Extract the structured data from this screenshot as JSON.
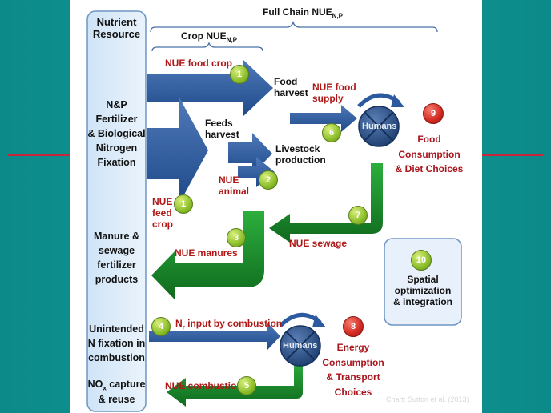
{
  "header": {
    "full_chain_base": "Full Chain NUE",
    "full_chain_sub": "N,P",
    "crop_base": "Crop NUE",
    "crop_sub": "N,P"
  },
  "left_panel": {
    "title_line1": "Nutrient",
    "title_line2": "Resource",
    "fert": [
      "N&P",
      "Fertilizer",
      "& Biological",
      "Nitrogen",
      "Fixation"
    ],
    "manure": [
      "Manure &",
      "sewage",
      "fertilizer",
      "products"
    ],
    "unintended": [
      "Unintended",
      "N fixation in",
      "combustion"
    ],
    "nox_base": "NO",
    "nox_sub": "x",
    "nox_rest": " capture",
    "reuse": "& reuse"
  },
  "labels": {
    "nue_food_crop": "NUE food crop",
    "food_harvest": [
      "Food",
      "harvest"
    ],
    "nue_food_supply": [
      "NUE food",
      "supply"
    ],
    "feeds_harvest": [
      "Feeds",
      "harvest"
    ],
    "livestock_production": [
      "Livestock",
      "production"
    ],
    "nue_animal": [
      "NUE",
      "animal"
    ],
    "nue_feed_crop": [
      "NUE",
      "feed",
      "crop"
    ],
    "nue_manures": "NUE manures",
    "nue_sewage": "NUE sewage",
    "nr_base": "N",
    "nr_sub": "r",
    "nr_rest": " input by combustion",
    "nue_combustion": "NUE combustion",
    "humans": "Humans",
    "food_consumption": [
      "Food",
      "Consumption",
      "& Diet Choices"
    ],
    "energy_consumption": [
      "Energy",
      "Consumption",
      "& Transport",
      "Choices"
    ],
    "spatial": [
      "Spatial",
      "optimization",
      "& integration"
    ]
  },
  "steps": [
    "1",
    "1",
    "2",
    "3",
    "4",
    "5",
    "6",
    "7",
    "8",
    "9",
    "10"
  ],
  "credit": "Chart: Sutton et al. (2013)",
  "colors": {
    "accent_blue": "#1f4a8a",
    "flow_green": "#0f6a1e",
    "label_red": "#b01818",
    "step_green": "#8cbf2a",
    "step_red": "#d22a22",
    "background_teal": "#109897"
  }
}
